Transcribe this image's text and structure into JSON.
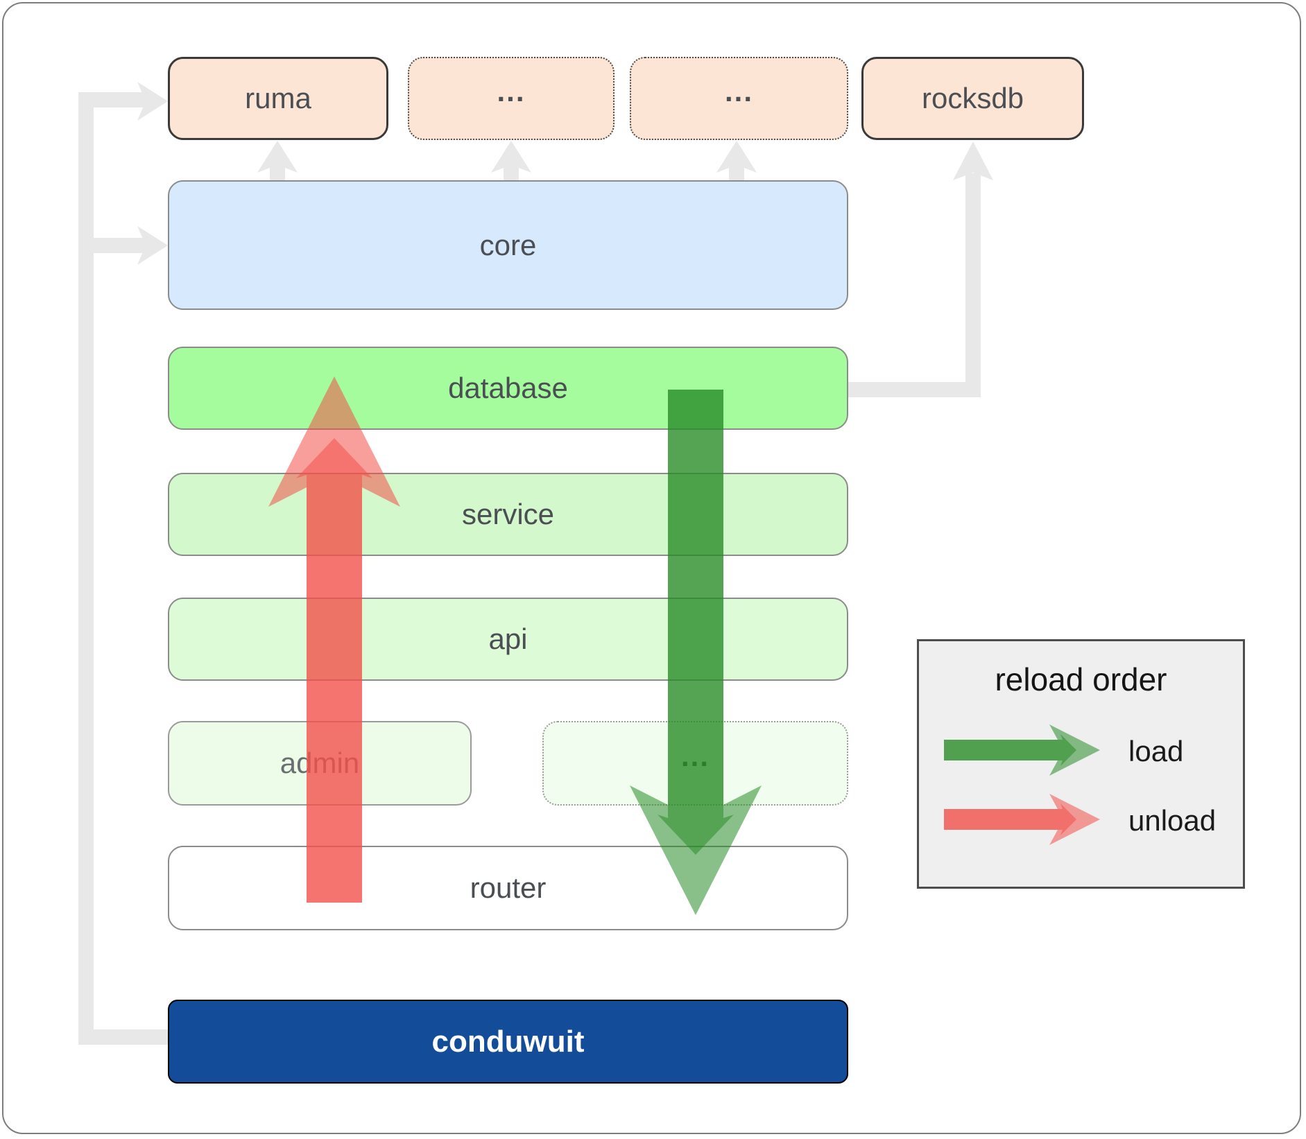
{
  "nodes": {
    "ruma": "ruma",
    "ellipsis_top_1": "...",
    "ellipsis_top_2": "...",
    "rocksdb": "rocksdb",
    "core": "core",
    "database": "database",
    "service": "service",
    "api": "api",
    "admin": "admin",
    "ellipsis_admin": "...",
    "router": "router",
    "conduwuit": "conduwuit"
  },
  "legend": {
    "title": "reload order",
    "load_label": "load",
    "unload_label": "unload"
  },
  "colors": {
    "load_green": "#288c28",
    "unload_red": "#f2504a",
    "connector_gray": "#e8e8e8",
    "peach": "#fce5d4",
    "core_blue": "#d7e9fc",
    "database_green": "#a4fc9c",
    "service_green": "#d3f8cb",
    "api_green": "#ddfbd7",
    "admin_green": "#ecfce8",
    "conduwuit_navy": "#134d99"
  }
}
